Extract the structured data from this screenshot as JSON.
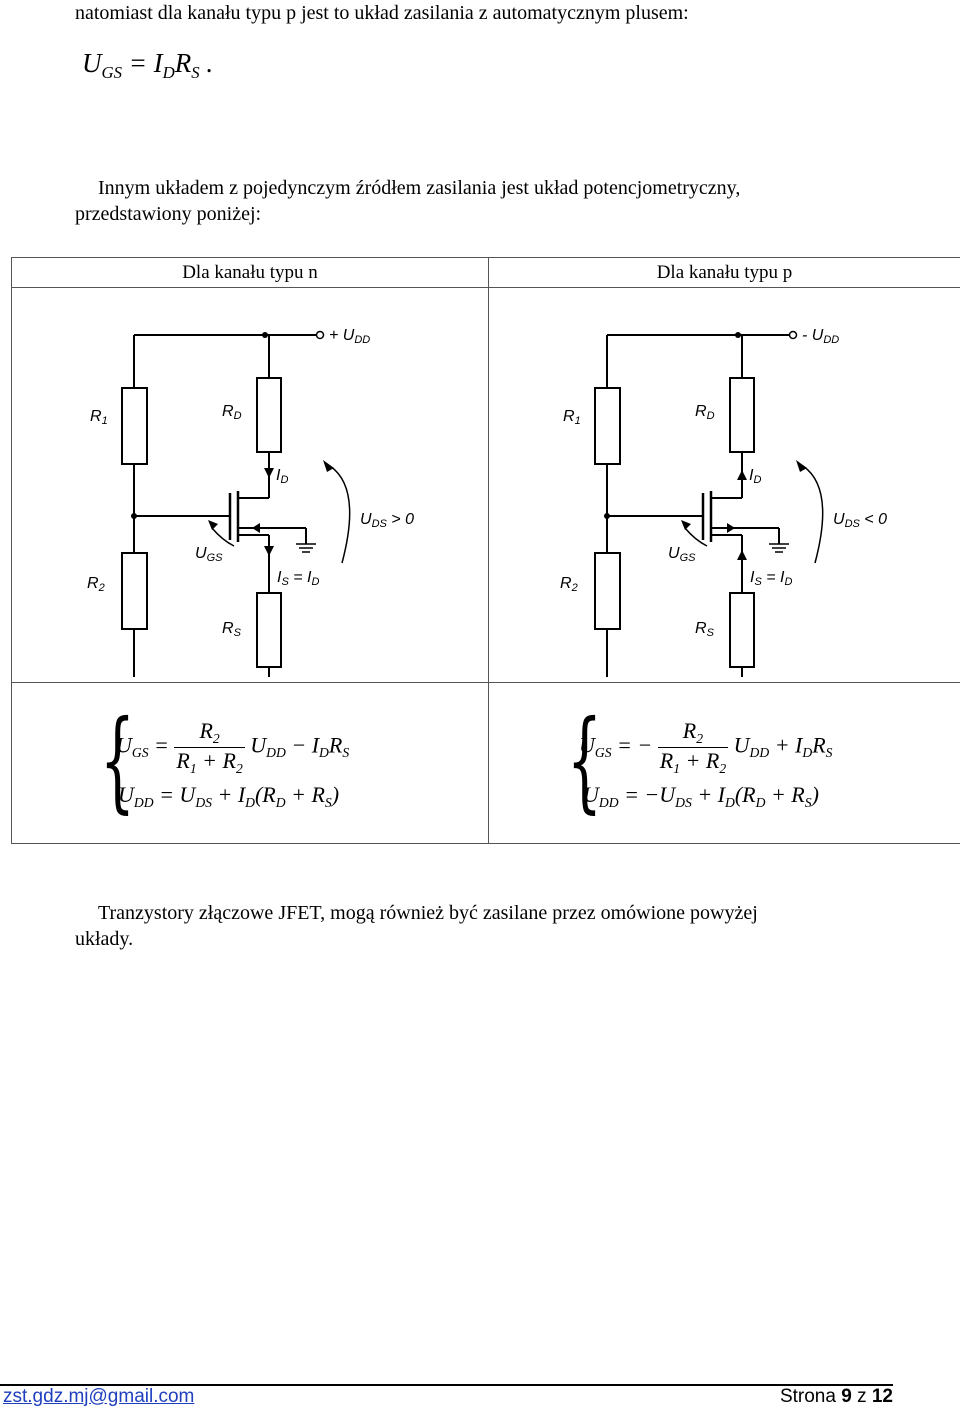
{
  "text": {
    "line1": "natomiast dla kanału typu p jest to układ zasilania z automatycznym plusem:",
    "para2_line1": "Innym układem z pojedynczym źródłem zasilania jest układ potencjometryczny,",
    "para2_line2": "przedstawiony poniżej:",
    "para3_line1": "Tranzystory złączowe JFET, mogą również być zasilane przez omówione powyżej",
    "para3_line2": "układy."
  },
  "table": {
    "header_n": "Dla kanału typu n",
    "header_p": "Dla kanału typu p"
  },
  "circuit_n": {
    "supply": "+ U",
    "supply_sub": "DD",
    "r1": "R",
    "r1_sub": "1",
    "rd": "R",
    "rd_sub": "D",
    "id": "I",
    "id_sub": "D",
    "uds": "U",
    "uds_sub": "DS",
    "uds_cond": " > 0",
    "ugs": "U",
    "ugs_sub": "GS",
    "r2": "R",
    "r2_sub": "2",
    "is_eq": "I",
    "is_sub": "S",
    "is_rhs": " = I",
    "is_rhs_sub": "D",
    "rs": "R",
    "rs_sub": "S"
  },
  "circuit_p": {
    "supply": "- U",
    "supply_sub": "DD",
    "r1": "R",
    "r1_sub": "1",
    "rd": "R",
    "rd_sub": "D",
    "id": "I",
    "id_sub": "D",
    "uds": "U",
    "uds_sub": "DS",
    "uds_cond": " < 0",
    "ugs": "U",
    "ugs_sub": "GS",
    "r2": "R",
    "r2_sub": "2",
    "is_eq": "I",
    "is_sub": "S",
    "is_rhs": " = I",
    "is_rhs_sub": "D",
    "rs": "R",
    "rs_sub": "S"
  },
  "footer": {
    "email": "zst.gdz.mj@gmail.com",
    "page_prefix": "Strona ",
    "page_current": "9",
    "page_mid": " z ",
    "page_total": "12"
  }
}
